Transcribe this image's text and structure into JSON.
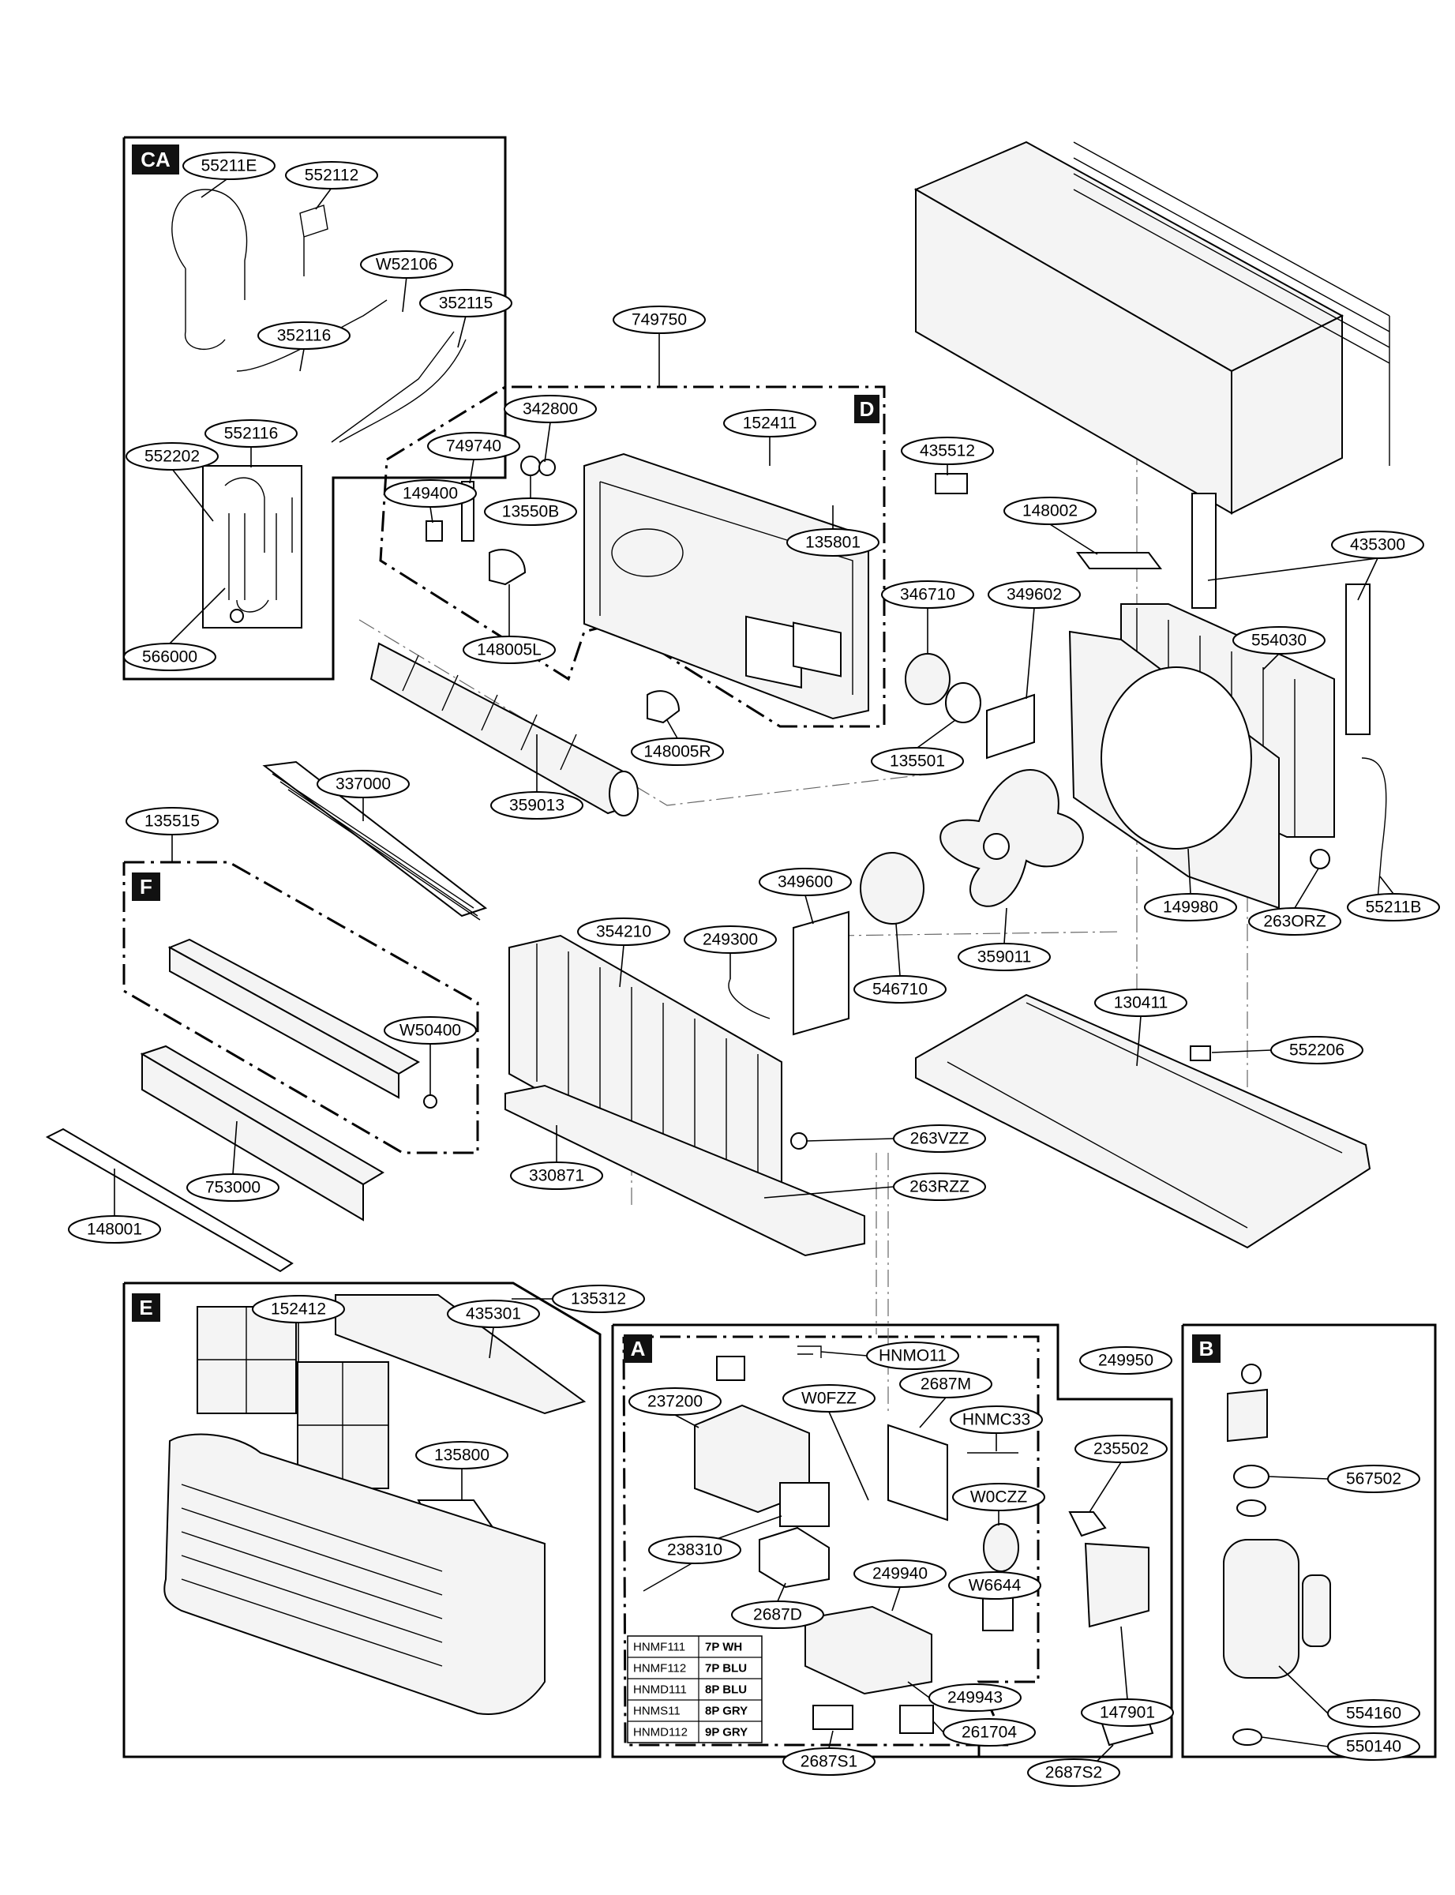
{
  "sections": {
    "ca": "CA",
    "d": "D",
    "f": "F",
    "e": "E",
    "a": "A",
    "b": "B"
  },
  "labels": {
    "l55211E": "55211E",
    "l552112": "552112",
    "lW52106": "W52106",
    "l352115": "352115",
    "l352116": "352116",
    "l552116": "552116",
    "l552202": "552202",
    "l566000": "566000",
    "l749750": "749750",
    "l342800": "342800",
    "l749740": "749740",
    "l149400": "149400",
    "l13550B": "13550B",
    "l152411": "152411",
    "l135801": "135801",
    "l148005L": "148005L",
    "l148005R": "148005R",
    "l359013": "359013",
    "l435512": "435512",
    "l148002": "148002",
    "l435300": "435300",
    "l346710": "346710",
    "l349602": "349602",
    "l554030": "554030",
    "l135501": "135501",
    "l337000": "337000",
    "l135515": "135515",
    "l349600": "349600",
    "l249300": "249300",
    "l354210": "354210",
    "l546710": "546710",
    "l359011": "359011",
    "l149980": "149980",
    "l263ORZ": "263ORZ",
    "l55211B": "55211B",
    "lW50400": "W50400",
    "l130411": "130411",
    "l552206": "552206",
    "l263VZZ": "263VZZ",
    "l263RZZ": "263RZZ",
    "l330871": "330871",
    "l753000": "753000",
    "l148001": "148001",
    "l135312": "135312",
    "l152412": "152412",
    "l435301": "435301",
    "l135800": "135800",
    "lHNMO11": "HNMO11",
    "l249950": "249950",
    "l237200": "237200",
    "lW0FZZ": "W0FZZ",
    "l2687M": "2687M",
    "lHNMC33": "HNMC33",
    "l235502": "235502",
    "lW0CZZ": "W0CZZ",
    "l238310": "238310",
    "l249940": "249940",
    "l2687D": "2687D",
    "lW6644": "W6644",
    "l249943": "249943",
    "l261704": "261704",
    "l2687S1": "2687S1",
    "l147901": "147901",
    "l2687S2": "2687S2",
    "l567502": "567502",
    "l554160": "554160",
    "l550140": "550140"
  },
  "harness_table": {
    "rows": [
      {
        "code": "HNMF111",
        "desc": "7P WH"
      },
      {
        "code": "HNMF112",
        "desc": "7P BLU"
      },
      {
        "code": "HNMD111",
        "desc": "8P BLU"
      },
      {
        "code": "HNMS11",
        "desc": "8P GRY"
      },
      {
        "code": "HNMD112",
        "desc": "9P GRY"
      }
    ]
  }
}
